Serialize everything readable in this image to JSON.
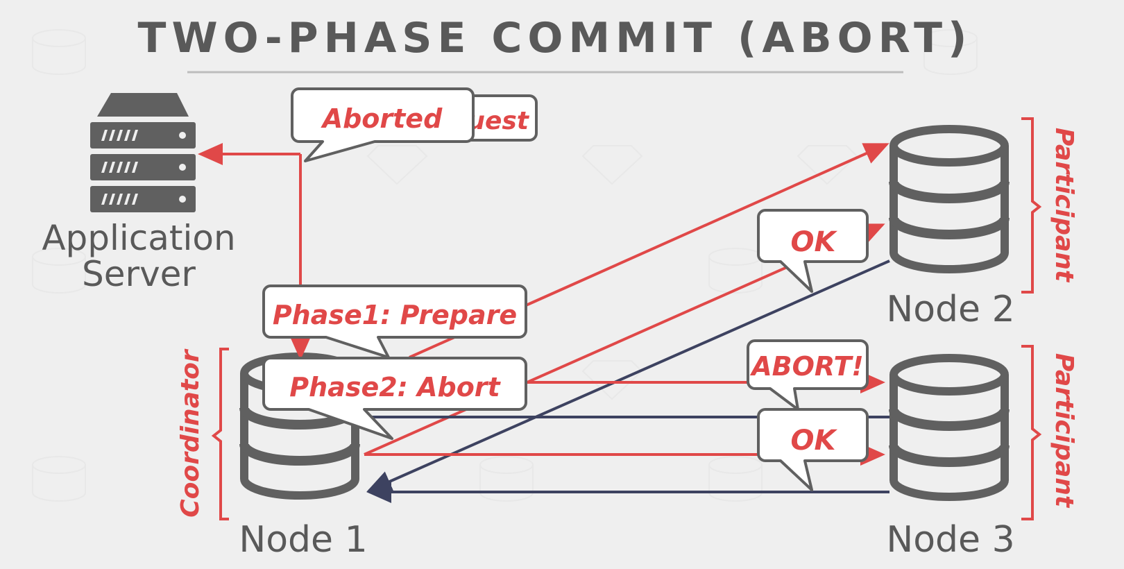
{
  "title": "TWO-PHASE COMMIT (ABORT)",
  "app_server": {
    "line1": "Application",
    "line2": "Server"
  },
  "nodes": {
    "node1": "Node 1",
    "node2": "Node 2",
    "node3": "Node 3"
  },
  "roles": {
    "coordinator": "Coordinator",
    "participant_top": "Participant",
    "participant_bottom": "Participant"
  },
  "bubbles": {
    "request_back": "uest",
    "aborted": "Aborted",
    "phase1": "Phase1: Prepare",
    "phase2": "Phase2: Abort",
    "ok_node2": "OK",
    "abort_node3": "ABORT!",
    "ok_node3": "OK"
  },
  "colors": {
    "red": "#e04848",
    "navy": "#3d4260",
    "gray": "#606060",
    "background": "#efefef"
  }
}
